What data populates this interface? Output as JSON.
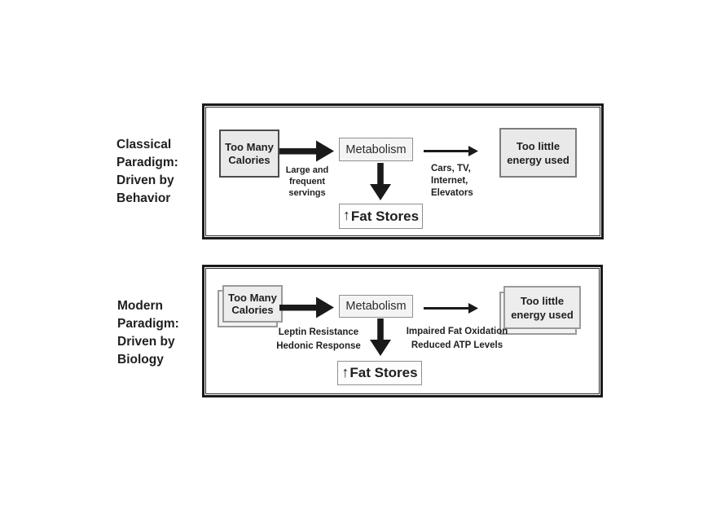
{
  "colors": {
    "ink": "#1f1f1f",
    "panel_border": "#1a1a1a",
    "node_fill": "#e9e9e9",
    "metabolism_fill": "#f4f4f4",
    "fat_stores_fill": "#fdfdfd",
    "border_dark": "#4b4b4b",
    "border_gray": "#7d7d7d",
    "border_thin": "#8f8f8f",
    "border_stacked": "#9a9a9a"
  },
  "panels": [
    {
      "name": "classical",
      "side_label_lines": [
        "Classical",
        "Paradigm:",
        "Driven by",
        "Behavior"
      ],
      "nodes": {
        "too_many_calories_lines": [
          "Too Many",
          "Calories"
        ],
        "metabolism": "Metabolism",
        "too_little_energy_lines": [
          "Too little",
          "energy used"
        ],
        "fat_stores_arrow": "↑",
        "fat_stores_label": "Fat Stores"
      },
      "notes": {
        "intake_lines": [
          "Large and",
          "frequent",
          "servings"
        ],
        "expenditure_lines": [
          "Cars, TV,",
          "Internet,",
          "Elevators"
        ]
      }
    },
    {
      "name": "modern",
      "side_label_lines": [
        "Modern",
        "Paradigm:",
        "Driven by",
        "Biology"
      ],
      "nodes": {
        "too_many_calories_lines": [
          "Too Many",
          "Calories"
        ],
        "metabolism": "Metabolism",
        "too_little_energy_lines": [
          "Too little",
          "energy used"
        ],
        "fat_stores_arrow": "↑",
        "fat_stores_label": "Fat Stores"
      },
      "notes": {
        "intake_lines": [
          "Leptin Resistance",
          "Hedonic Response"
        ],
        "expenditure_lines": [
          "Impaired Fat Oxidation",
          "Reduced ATP Levels"
        ]
      }
    }
  ]
}
